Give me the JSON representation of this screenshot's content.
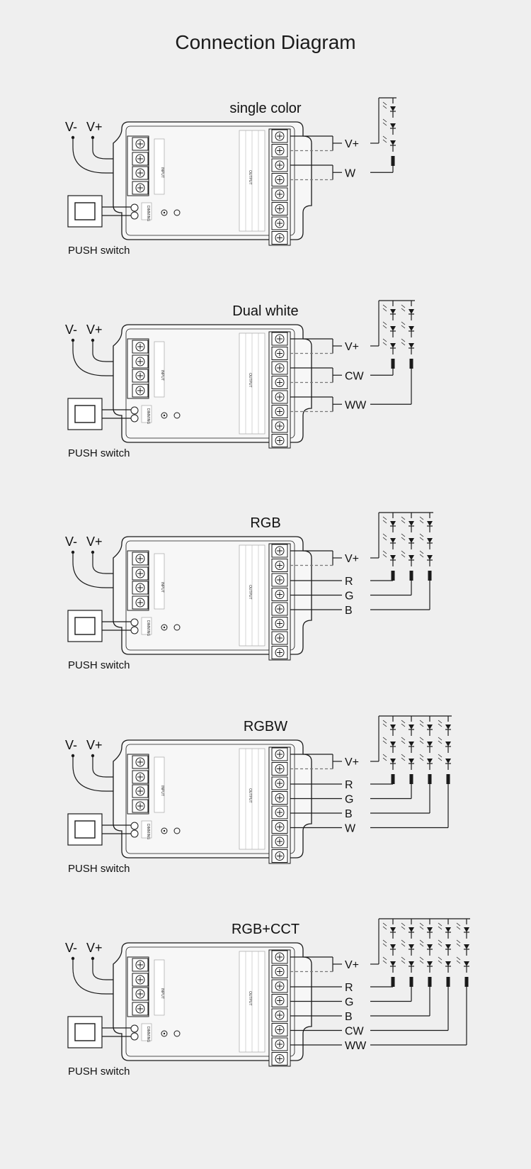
{
  "title": "Connection Diagram",
  "power": {
    "minus": "V-",
    "plus": "V+"
  },
  "switch_label": "PUSH switch",
  "input_label": "INPUT",
  "dimming_label": "DIMMING",
  "output_label": "OUTPUT",
  "sections": [
    {
      "title": "single color",
      "outputs": [
        "V+",
        "W"
      ],
      "strings": 1
    },
    {
      "title": "Dual white",
      "outputs": [
        "V+",
        "CW",
        "WW"
      ],
      "strings": 2
    },
    {
      "title": "RGB",
      "outputs": [
        "V+",
        "R",
        "G",
        "B"
      ],
      "strings": 3
    },
    {
      "title": "RGBW",
      "outputs": [
        "V+",
        "R",
        "G",
        "B",
        "W"
      ],
      "strings": 4
    },
    {
      "title": "RGB+CCT",
      "outputs": [
        "V+",
        "R",
        "G",
        "B",
        "CW",
        "WW"
      ],
      "strings": 5
    }
  ],
  "colors": {
    "background": "#efefef",
    "line": "#1a1a1a",
    "panel": "#f7f7f7",
    "dashed": "#777777"
  }
}
